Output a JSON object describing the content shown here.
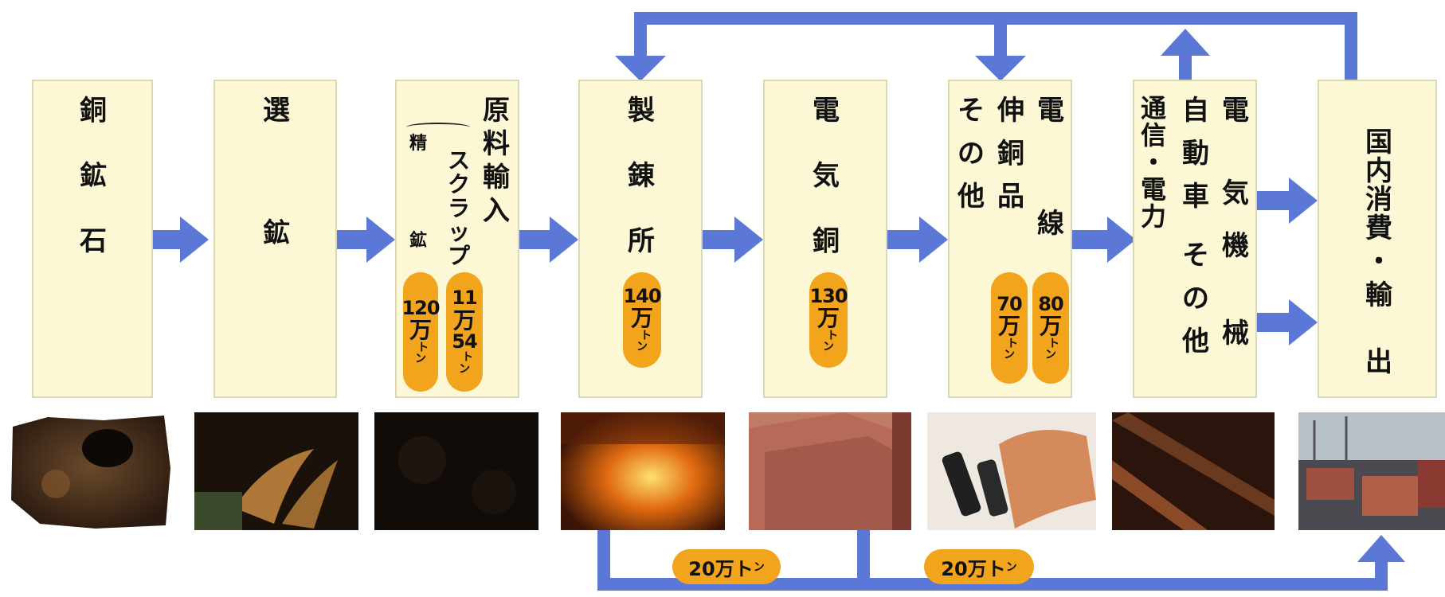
{
  "diagram": {
    "colors": {
      "arrow": "#5b78d6",
      "box_fill": "#fcf8d6",
      "box_border": "#dcd8b6",
      "pill": "#f2a41c"
    },
    "boxes": [
      {
        "lines": [
          "銅",
          "鉱",
          "石"
        ]
      },
      {
        "lines": [
          "選",
          "鉱"
        ]
      },
      {
        "title": [
          "原",
          "料",
          "輸",
          "入"
        ],
        "left_col": [
          "精",
          "鉱"
        ],
        "mid_col": [
          "ス",
          "ク",
          "ラ",
          "ッ",
          "プ"
        ],
        "pill_a": {
          "num": "120",
          "unit": "万",
          "ton": "ト",
          "n": "ン"
        },
        "pill_b": {
          "num": "11",
          "unit": "万",
          "num2": "54",
          "ton": "ト",
          "n": "ン"
        }
      },
      {
        "lines": [
          "製",
          "錬",
          "所"
        ],
        "pill": {
          "num": "140",
          "unit": "万",
          "ton": "ト",
          "n": "ン"
        }
      },
      {
        "lines": [
          "電",
          "気",
          "銅"
        ],
        "pill": {
          "num": "130",
          "unit": "万",
          "ton": "ト",
          "n": "ン"
        }
      },
      {
        "col_a": [
          "そ",
          "の",
          "他"
        ],
        "col_b": [
          "伸",
          "銅",
          "品"
        ],
        "col_c": [
          "電",
          "",
          "線"
        ],
        "pill_a": {
          "num": "70",
          "unit": "万",
          "ton": "ト",
          "n": "ン"
        },
        "pill_b": {
          "num": "80",
          "unit": "万",
          "ton": "ト",
          "n": "ン"
        }
      },
      {
        "col_a": [
          "通",
          "信",
          "・",
          "電",
          "力"
        ],
        "col_b": [
          "自",
          "動",
          "車",
          "そ",
          "の",
          "他"
        ],
        "col_c": [
          "電",
          "気",
          "機",
          "械"
        ]
      },
      {
        "lines": [
          "国",
          "内",
          "消",
          "費",
          "・",
          "輸",
          "出"
        ]
      }
    ],
    "bottom_labels": [
      "20万ト",
      "20万ト"
    ],
    "bottom_label_suffix": "ン",
    "photos": [
      "copper-ore-photo",
      "ore-dressing-photo",
      "raw-material-photo",
      "smelter-photo",
      "copper-cathode-photo",
      "copper-products-photo",
      "electrical-machinery-photo",
      "export-port-photo"
    ]
  }
}
